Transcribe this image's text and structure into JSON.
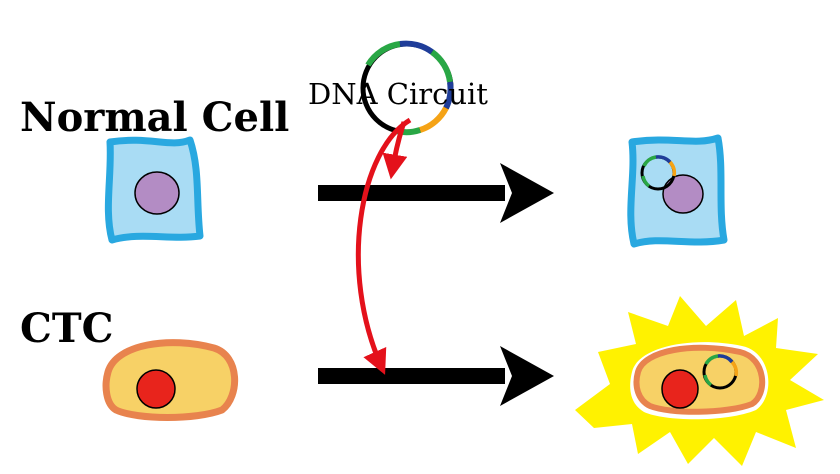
{
  "labels": {
    "normal_cell": "Normal Cell",
    "ctc": "CTC",
    "dna_circuit": "DNA Circuit"
  },
  "colors": {
    "normal_cell_fill": "#a9dcf4",
    "normal_cell_border": "#29a8e0",
    "normal_nucleus": "#b38cc4",
    "ctc_fill": "#f7d166",
    "ctc_border": "#e8834e",
    "ctc_nucleus": "#e8241c",
    "glow": "#fff200",
    "arrow": "#000000",
    "curved_arrow": "#e4111b",
    "plasmid_segments": [
      "#29a745",
      "#1f3d99",
      "#f5a316",
      "#000000"
    ]
  },
  "icons": {
    "plasmid": "circular-dna-icon",
    "arrow": "right-arrow-icon",
    "transfection": "curved-double-arrow-icon"
  }
}
